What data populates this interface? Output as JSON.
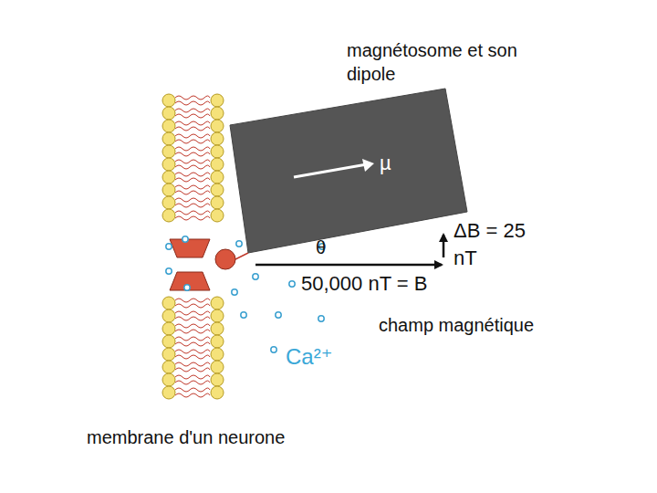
{
  "diagram": {
    "nodes": [
      {
        "text": [
          "µ"
        ]
      }
    ],
    "labels": [
      "magnétosome et son dipole",
      "θ",
      "ΔB = 25 nT",
      "50,000 nT = B",
      "champ magnétique",
      "Ca²⁺",
      "membrane d'un neurone"
    ]
  }
}
